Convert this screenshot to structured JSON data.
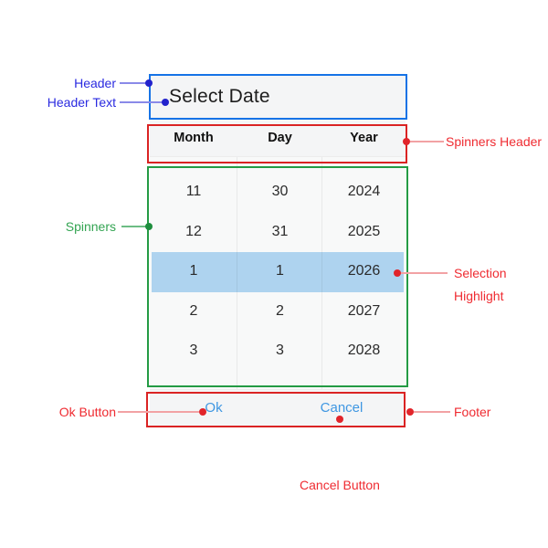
{
  "picker": {
    "header_text": "Select Date",
    "columns": [
      {
        "header": "Month",
        "values": [
          "11",
          "12",
          "1",
          "2",
          "3"
        ]
      },
      {
        "header": "Day",
        "values": [
          "30",
          "31",
          "1",
          "2",
          "3"
        ]
      },
      {
        "header": "Year",
        "values": [
          "2024",
          "2025",
          "2026",
          "2027",
          "2028"
        ]
      }
    ],
    "selected_row_index": 2,
    "selected_date": {
      "month": "1",
      "day": "1",
      "year": "2026"
    },
    "footer": {
      "ok_label": "Ok",
      "cancel_label": "Cancel"
    },
    "colors": {
      "panel_bg": "#f4f5f6",
      "spinner_bg": "#f8f9f9",
      "selection_highlight": "#aed3ef",
      "button_text": "#3f97e2",
      "text": "#212121"
    }
  },
  "annotations": {
    "labels": {
      "header": "Header",
      "header_text": "Header Text",
      "spinners": "Spinners",
      "ok_button": "Ok Button",
      "spinners_header": "Spinners Header",
      "selection_highlight": "Selection Highlight",
      "footer": "Footer",
      "cancel_button": "Cancel Button"
    },
    "colors": {
      "blue_label": "#2a2ae0",
      "blue_line": "#8a8ae8",
      "blue_dot": "#2222cc",
      "blue_box": "#1673e6",
      "red_label": "#ef2b31",
      "red_line": "#f2a2a4",
      "red_dot": "#e1242a",
      "red_box": "#da2323",
      "green_label": "#33a452",
      "green_line": "#6dbd84",
      "green_dot": "#1e8e3e",
      "green_box": "#249b44"
    }
  }
}
